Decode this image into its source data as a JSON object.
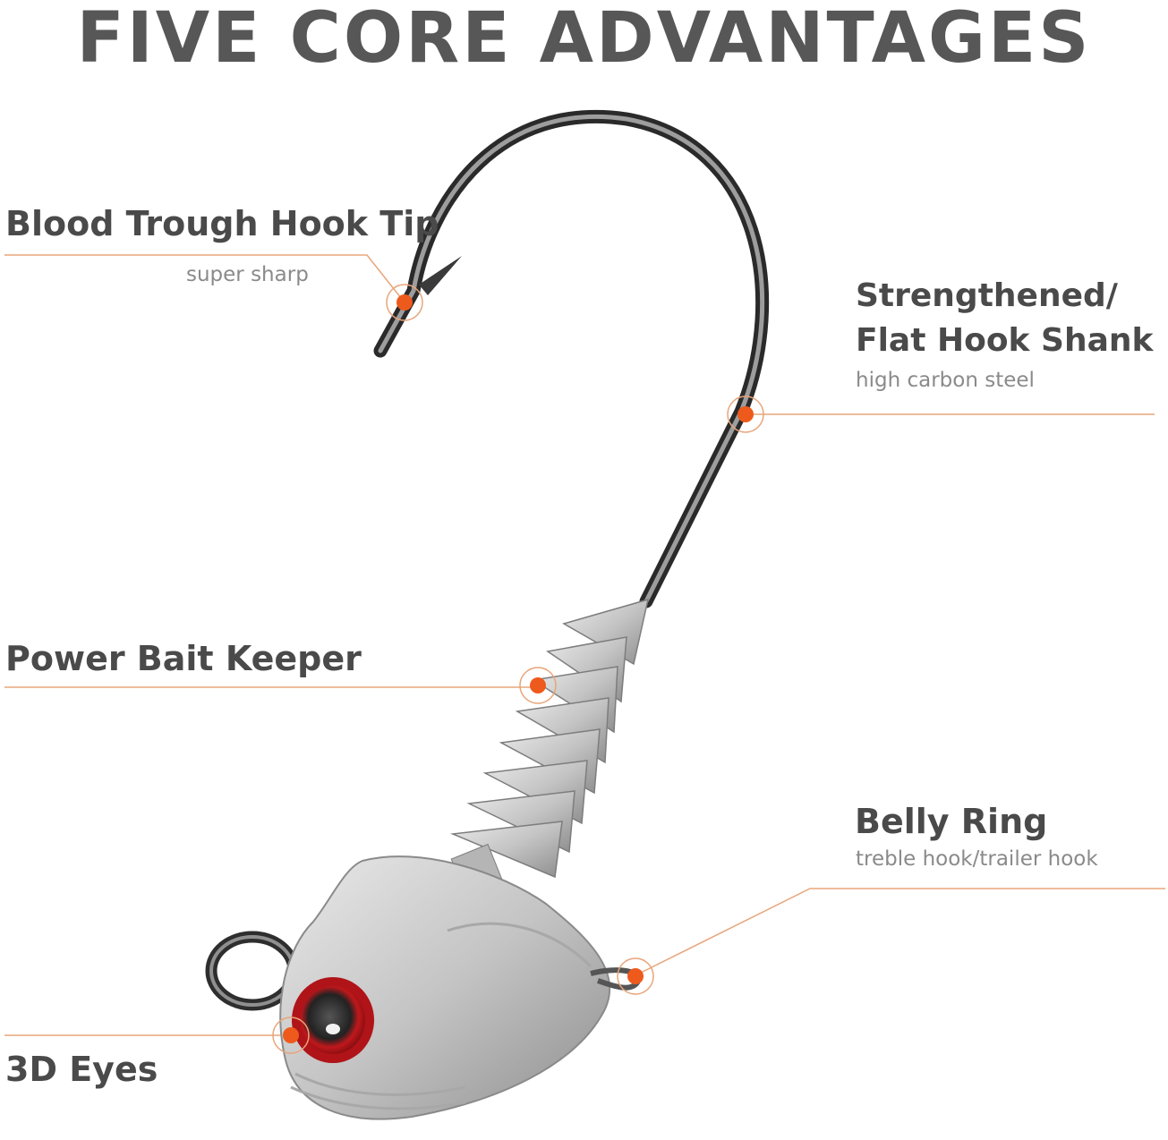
{
  "title": "FIVE CORE ADVANTAGES",
  "callouts": {
    "hook_tip": {
      "label": "Blood Trough Hook Tip",
      "sub": "super sharp"
    },
    "shank": {
      "label_line1": "Strengthened/",
      "label_line2": "Flat Hook Shank",
      "sub": "high carbon steel"
    },
    "bait_keeper": {
      "label": "Power Bait Keeper"
    },
    "belly_ring": {
      "label": "Belly Ring",
      "sub": "treble hook/trailer hook"
    },
    "eyes": {
      "label": "3D Eyes"
    }
  },
  "colors": {
    "accent": "#ee5a1c",
    "line": "#e8a57a",
    "title": "#575757",
    "label": "#4a4a4a",
    "sub": "#8a8a8a"
  }
}
